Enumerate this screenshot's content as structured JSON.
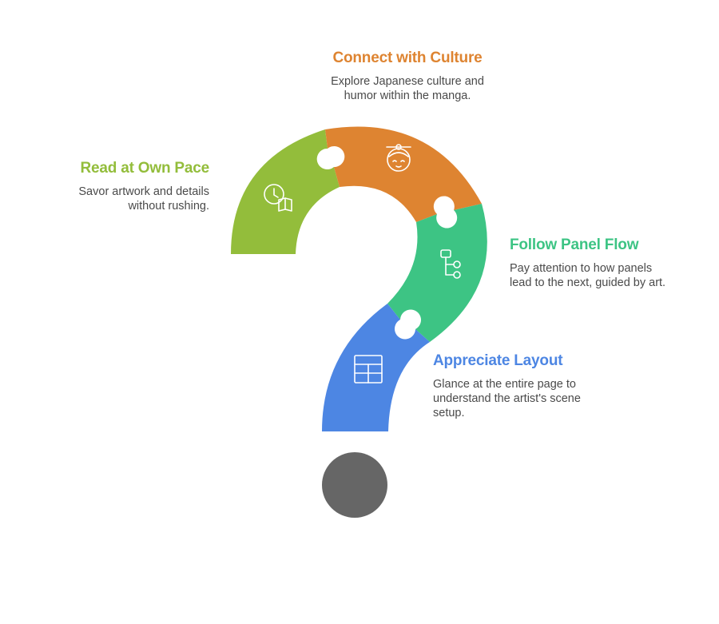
{
  "steps": [
    {
      "id": "connect",
      "title": "Connect with Culture",
      "description_lines": [
        "Explore Japanese culture and",
        "humor within the manga."
      ],
      "color": "#DE8431",
      "icon": "geisha-face-icon"
    },
    {
      "id": "read",
      "title": "Read at Own Pace",
      "description_lines": [
        "Savor artwork and details",
        "without rushing."
      ],
      "color": "#93BD3B",
      "icon": "clock-book-icon"
    },
    {
      "id": "flow",
      "title": "Follow Panel Flow",
      "description_lines": [
        "Pay attention to how panels",
        "lead to the next, guided by art."
      ],
      "color": "#3DC484",
      "icon": "flowchart-icon"
    },
    {
      "id": "layout",
      "title": "Appreciate Layout",
      "description_lines": [
        "Glance at the entire page to",
        "understand the artist's scene",
        "setup."
      ],
      "color": "#4D86E3",
      "icon": "layout-grid-icon"
    }
  ],
  "dot_color": "#666666"
}
